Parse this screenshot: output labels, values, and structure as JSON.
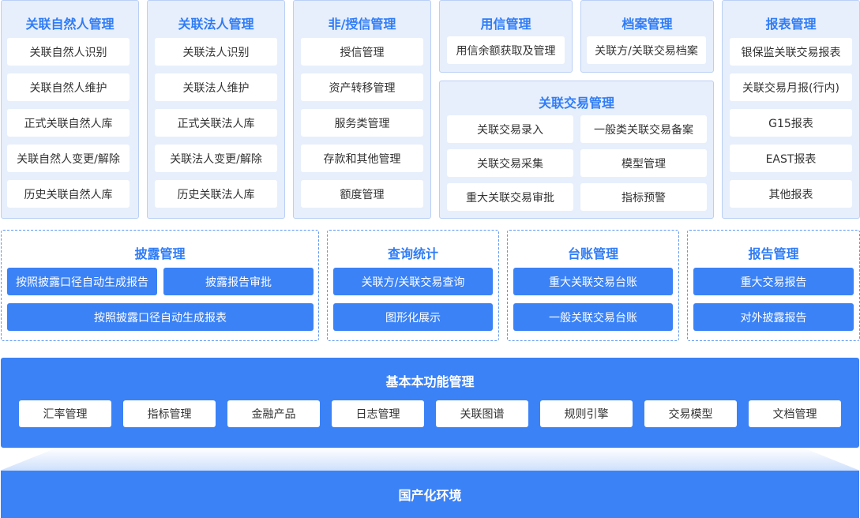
{
  "top_modules": [
    {
      "title": "关联自然人管理",
      "items": [
        "关联自然人识别",
        "关联自然人维护",
        "正式关联自然人库",
        "关联自然人变更/解除",
        "历史关联自然人库"
      ]
    },
    {
      "title": "关联法人管理",
      "items": [
        "关联法人识别",
        "关联法人维护",
        "正式关联法人库",
        "关联法人变更/解除",
        "历史关联法人库"
      ]
    },
    {
      "title": "非/授信管理",
      "items": [
        "授信管理",
        "资产转移管理",
        "服务类管理",
        "存款和其他管理",
        "额度管理"
      ]
    },
    {
      "title": "用信管理",
      "items": [
        "用信余额获取及管理"
      ]
    },
    {
      "title": "档案管理",
      "items": [
        "关联方/关联交易档案"
      ]
    },
    {
      "title": "报表管理",
      "items": [
        "银保监关联交易报表",
        "关联交易月报(行内)",
        "G15报表",
        "EAST报表",
        "其他报表"
      ]
    }
  ],
  "transaction_module": {
    "title": "关联交易管理",
    "items": [
      "关联交易录入",
      "一般类关联交易备案",
      "关联交易采集",
      "模型管理",
      "重大关联交易审批",
      "指标预警"
    ]
  },
  "mid_modules": [
    {
      "title": "披露管理",
      "items": [
        "按照披露口径自动生成报告",
        "披露报告审批",
        "按照披露口径自动生成报表"
      ]
    },
    {
      "title": "查询统计",
      "items": [
        "关联方/关联交易查询",
        "图形化展示"
      ]
    },
    {
      "title": "台账管理",
      "items": [
        "重大关联交易台账",
        "一般关联交易台账"
      ]
    },
    {
      "title": "报告管理",
      "items": [
        "重大交易报告",
        "对外披露报告"
      ]
    }
  ],
  "base": {
    "title": "基本本功能管理",
    "items": [
      "汇率管理",
      "指标管理",
      "金融产品",
      "日志管理",
      "关联图谱",
      "规则引擎",
      "交易模型",
      "文档管理"
    ]
  },
  "environment": "国产化环境",
  "colors": {
    "accent": "#3b82f6",
    "title": "#2f7cf6",
    "panel_bg": "#e7effc"
  }
}
